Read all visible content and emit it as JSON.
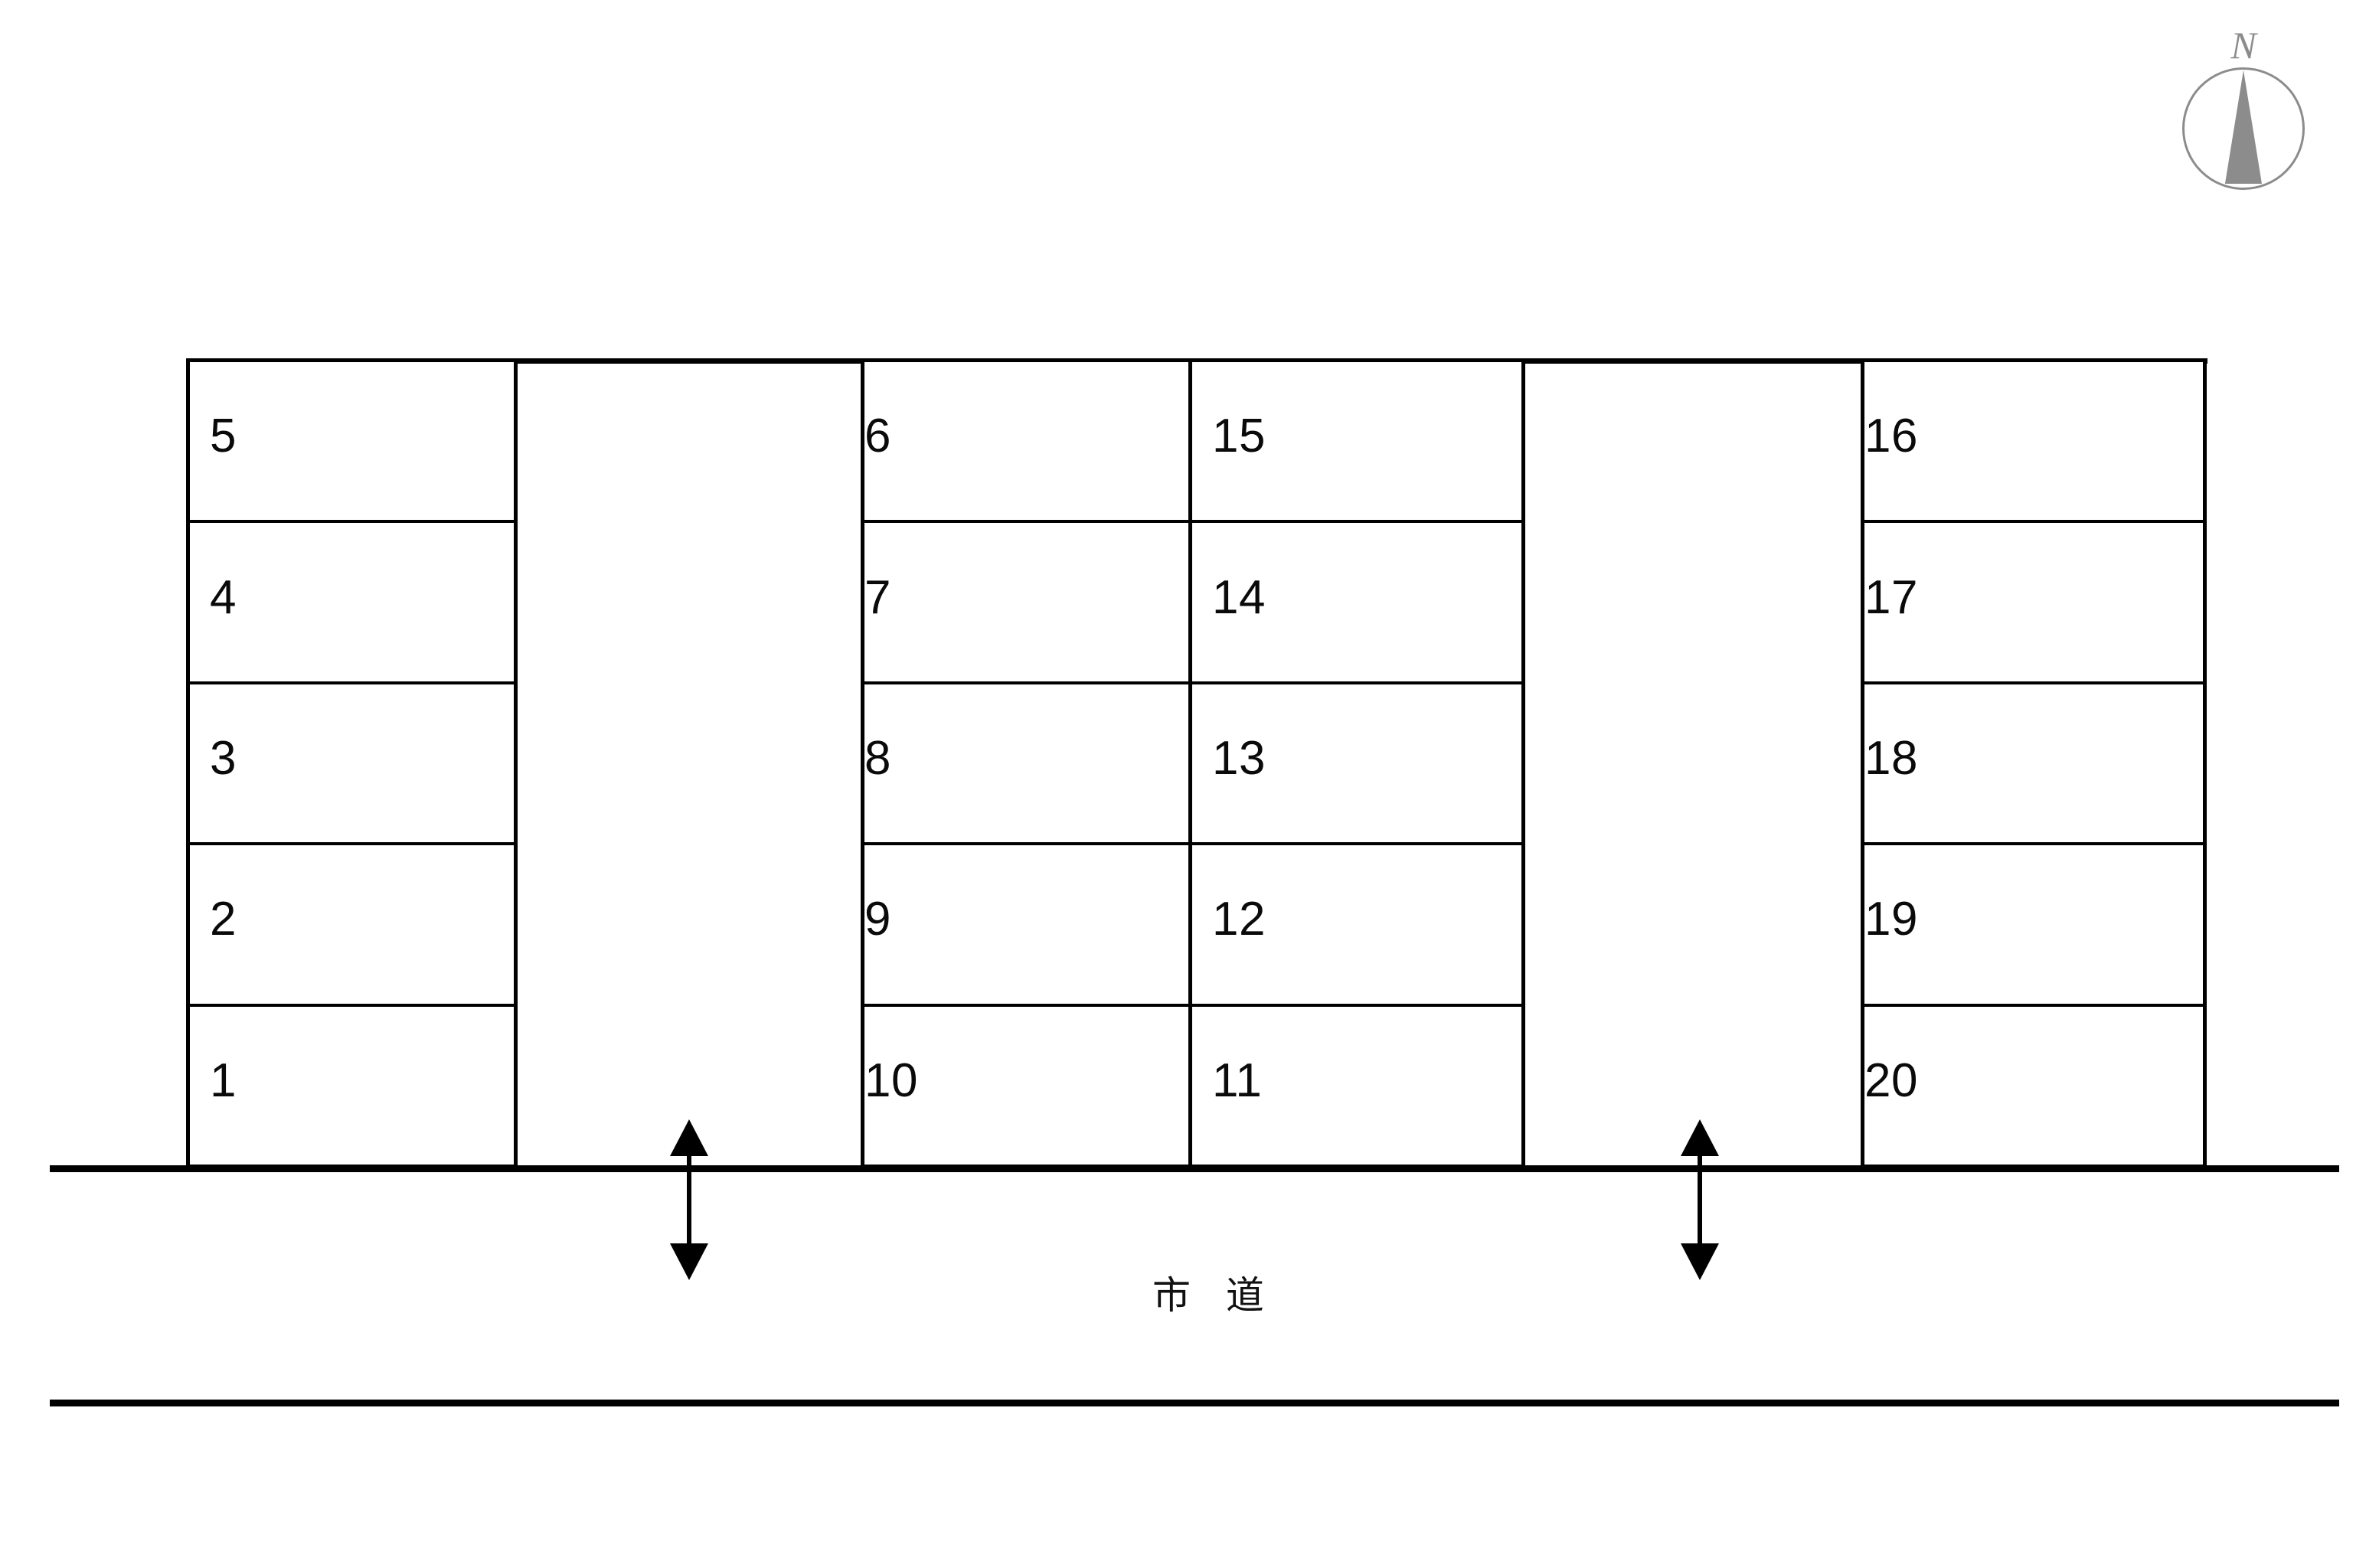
{
  "diagram": {
    "title": "parking-lot-layout",
    "road_label": "市 道",
    "compass": {
      "north_label": "N",
      "needle_color": "#8c8c8c",
      "ring_color": "#8c8c8c"
    },
    "line_color": "#000000",
    "background_color": "#ffffff"
  },
  "blocks": [
    {
      "name": "block-west",
      "align": "left",
      "stalls": [
        {
          "label": "5"
        },
        {
          "label": "4"
        },
        {
          "label": "3"
        },
        {
          "label": "2"
        },
        {
          "label": "1"
        }
      ]
    },
    {
      "name": "block-center-left",
      "align": "right",
      "stalls": [
        {
          "label": "6"
        },
        {
          "label": "7"
        },
        {
          "label": "8"
        },
        {
          "label": "9"
        },
        {
          "label": "10"
        }
      ]
    },
    {
      "name": "block-center-right",
      "align": "left",
      "stalls": [
        {
          "label": "15"
        },
        {
          "label": "14"
        },
        {
          "label": "13"
        },
        {
          "label": "12"
        },
        {
          "label": "11"
        }
      ]
    },
    {
      "name": "block-east",
      "align": "right",
      "stalls": [
        {
          "label": "16"
        },
        {
          "label": "17"
        },
        {
          "label": "18"
        },
        {
          "label": "19"
        },
        {
          "label": "20"
        }
      ]
    }
  ],
  "driveways": [
    {
      "name": "driveway-west"
    },
    {
      "name": "driveway-east"
    }
  ],
  "arrows": [
    {
      "name": "entrance-arrow-west"
    },
    {
      "name": "entrance-arrow-east"
    }
  ]
}
